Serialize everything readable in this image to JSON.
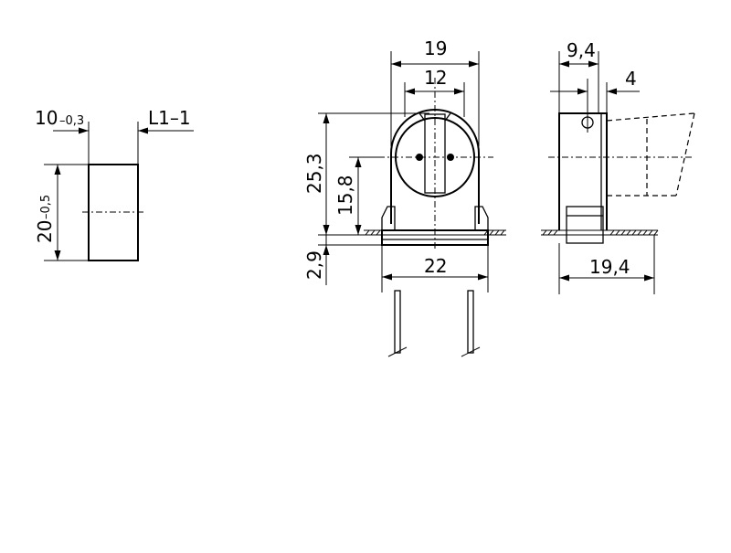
{
  "spacer_view": {
    "width_label": "10",
    "width_tolerance": "–0,3",
    "section_label": "L1–1",
    "height_label": "20",
    "height_tolerance": "–0,5"
  },
  "front_view": {
    "outer_width_label": "19",
    "inner_width_label": "12",
    "total_height_label": "25,3",
    "center_height_label": "15,8",
    "base_height_label": "2,9",
    "base_width_label": "22"
  },
  "side_view": {
    "width_label": "9,4",
    "offset_label": "4",
    "depth_label": "19,4"
  }
}
